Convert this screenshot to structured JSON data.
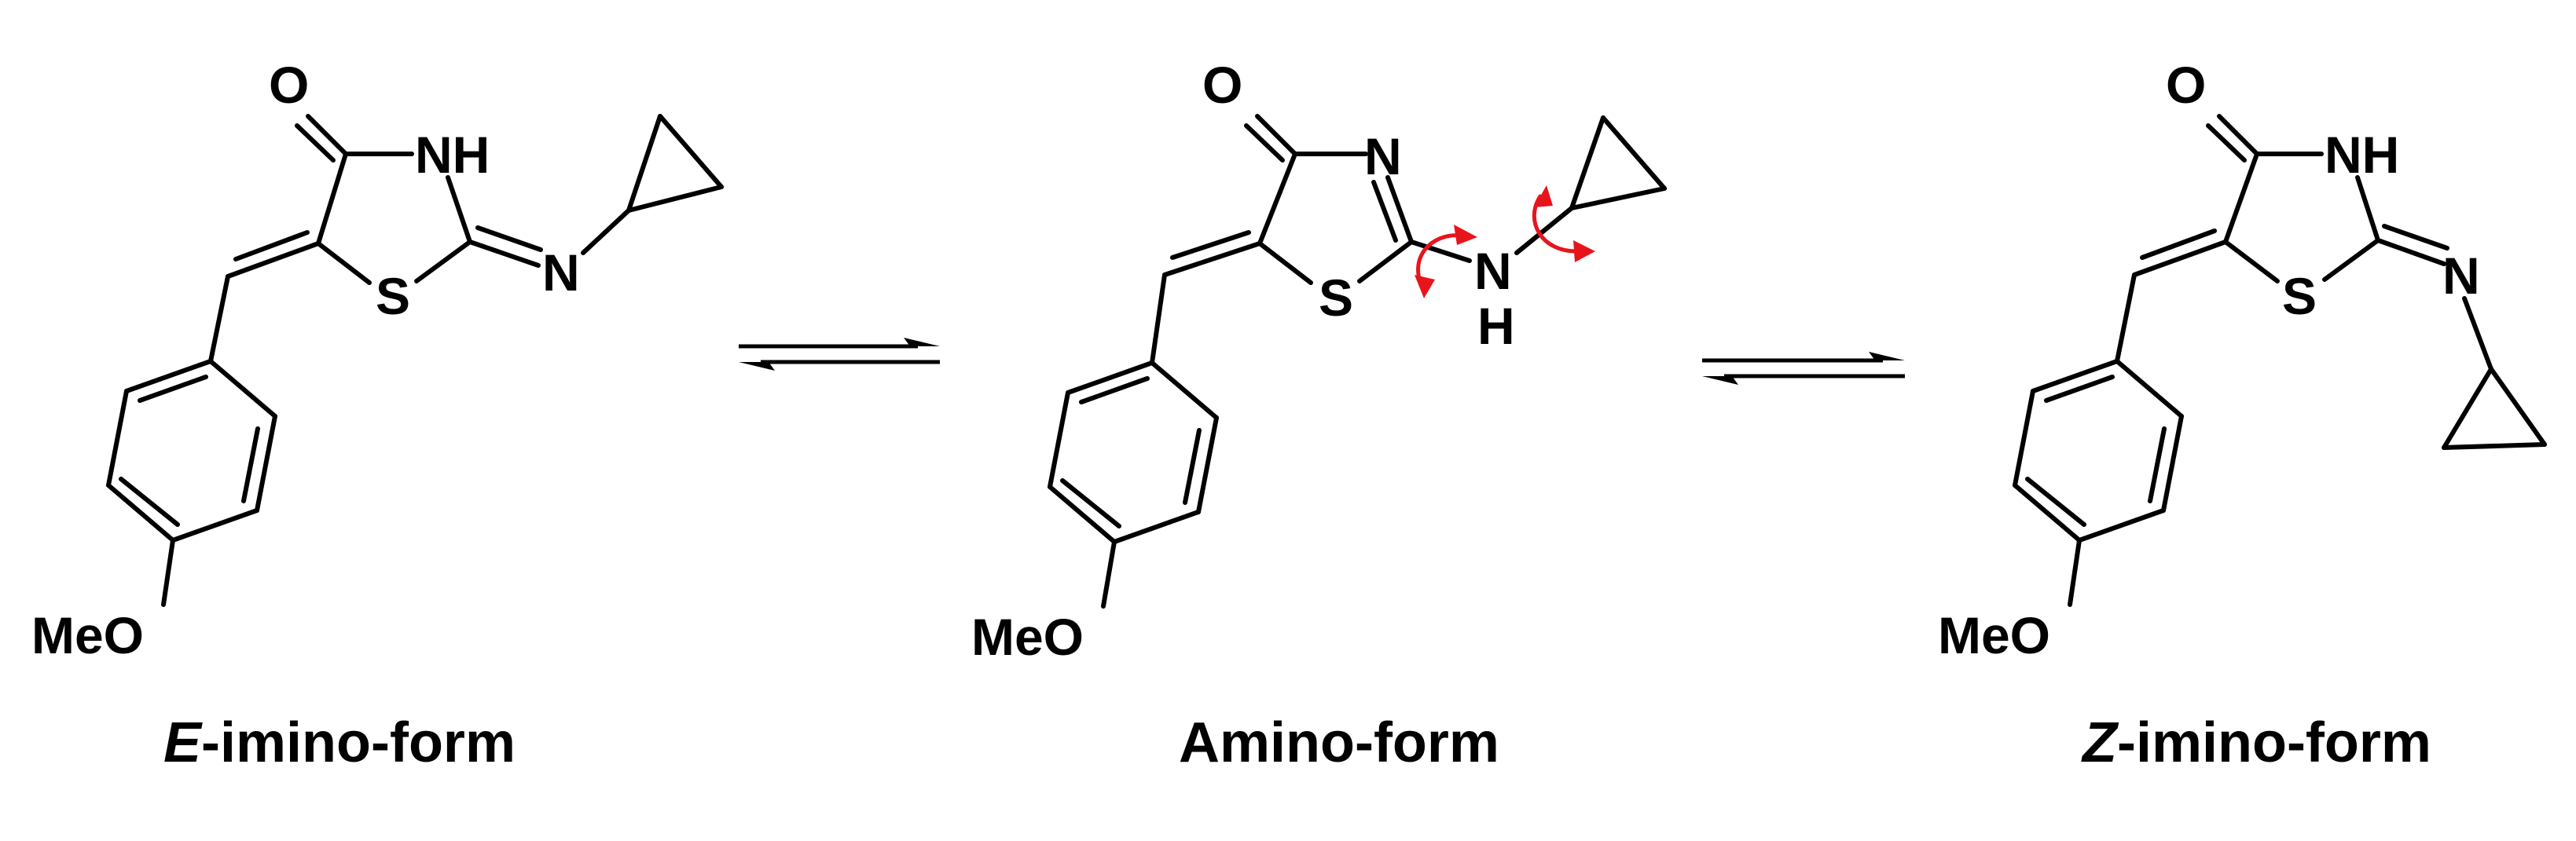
{
  "scheme": {
    "structures": [
      {
        "id": "e_imino",
        "caption_prefix": "E",
        "caption_rest": "-imino-form",
        "labels": {
          "carbonyl_o": "O",
          "nh": "NH",
          "s": "S",
          "n": "N",
          "meo": "MeO"
        }
      },
      {
        "id": "amino",
        "caption_prefix": "",
        "caption_rest": "Amino-form",
        "labels": {
          "carbonyl_o": "O",
          "n": "N",
          "s": "S",
          "nh_n": "N",
          "nh_h": "H",
          "meo": "MeO"
        }
      },
      {
        "id": "z_imino",
        "caption_prefix": "Z",
        "caption_rest": "-imino-form",
        "labels": {
          "carbonyl_o": "O",
          "nh": "NH",
          "s": "S",
          "n": "N",
          "meo": "MeO"
        }
      }
    ],
    "equilibrium_arrows": 2,
    "colors": {
      "ink": "#000000",
      "curly_arrow": "#e8141c",
      "background": "#ffffff"
    }
  }
}
